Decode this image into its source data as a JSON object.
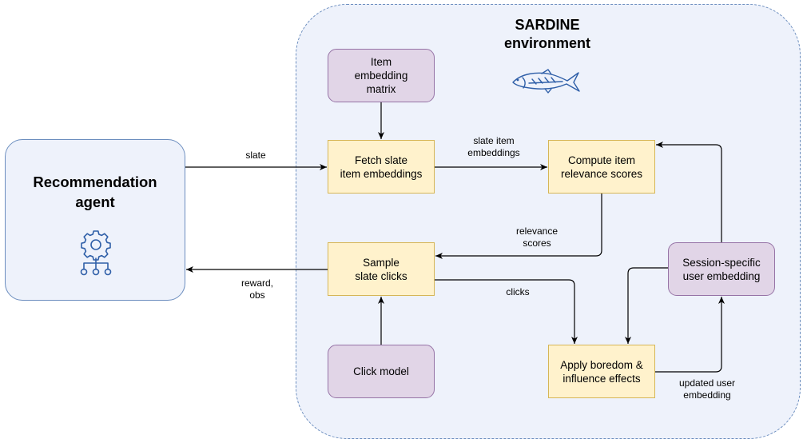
{
  "environment": {
    "title_line1": "SARDINE",
    "title_line2": "environment"
  },
  "agent": {
    "title_line1": "Recommendation",
    "title_line2": "agent",
    "icon": "hierarchy-gear-icon"
  },
  "nodes": {
    "item_embedding_matrix": {
      "line1": "Item",
      "line2": "embedding",
      "line3": "matrix"
    },
    "fetch_slate": {
      "line1": "Fetch slate",
      "line2": "item embeddings"
    },
    "compute_relevance": {
      "line1": "Compute item",
      "line2": "relevance scores"
    },
    "sample_clicks": {
      "line1": "Sample",
      "line2": "slate clicks"
    },
    "click_model": {
      "line1": "Click model"
    },
    "session_embedding": {
      "line1": "Session-specific",
      "line2": "user embedding"
    },
    "boredom": {
      "line1": "Apply boredom &",
      "line2": "influence effects"
    }
  },
  "edge_labels": {
    "slate": "slate",
    "slate_item_emb_1": "slate item",
    "slate_item_emb_2": "embeddings",
    "relevance_1": "relevance",
    "relevance_2": "scores",
    "reward_1": "reward,",
    "reward_2": "obs",
    "clicks": "clicks",
    "updated_1": "updated user",
    "updated_2": "embedding"
  },
  "colors": {
    "environment_fill": "#eef2fb",
    "environment_border": "#6c8ebf",
    "process_fill": "#fff2cc",
    "process_border": "#d6b656",
    "data_fill": "#e1d5e7",
    "data_border": "#9673a6",
    "icon": "#2f5fa8"
  },
  "fish_icon": "sardine-fish-icon"
}
